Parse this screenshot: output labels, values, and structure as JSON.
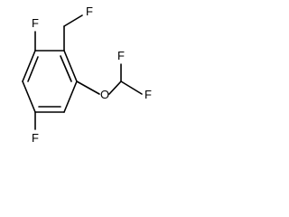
{
  "structure": {
    "atoms": {
      "f_top_left": "F",
      "f_ch2f": "F",
      "o_ether": "O",
      "f_chf2_top": "F",
      "f_chf2_right": "F",
      "f_bottom_left": "F"
    }
  }
}
